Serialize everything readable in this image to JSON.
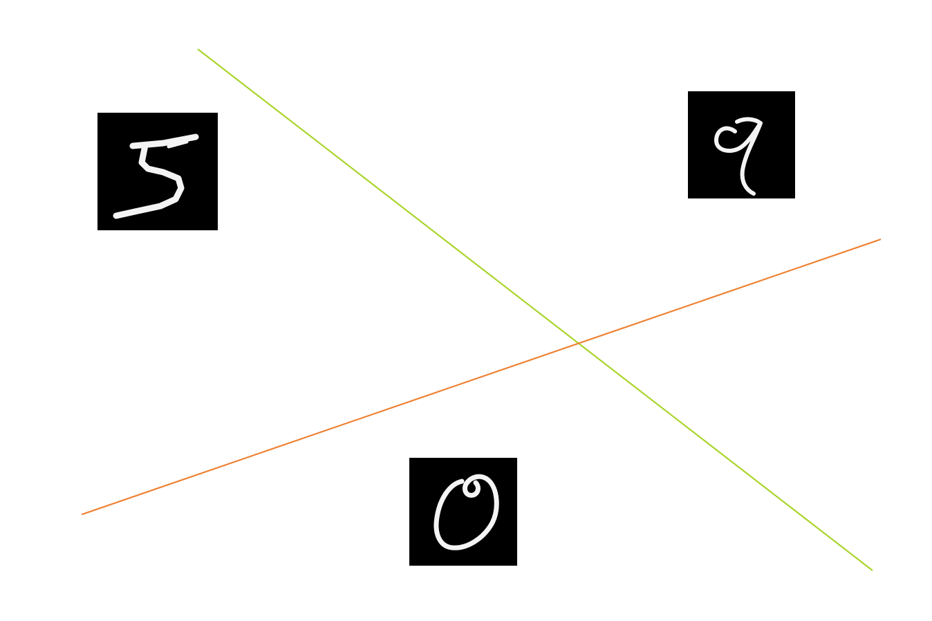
{
  "boundaries": [
    {
      "id": "green",
      "color": "#a9d42a"
    },
    {
      "id": "orange",
      "color": "#ee8234"
    }
  ],
  "samples": [
    {
      "label": "5"
    },
    {
      "label": "9"
    },
    {
      "label": "0"
    }
  ],
  "colors": {
    "background": "#ffffff",
    "image_background": "#000000",
    "digit_ink": "#f4f4f4"
  }
}
